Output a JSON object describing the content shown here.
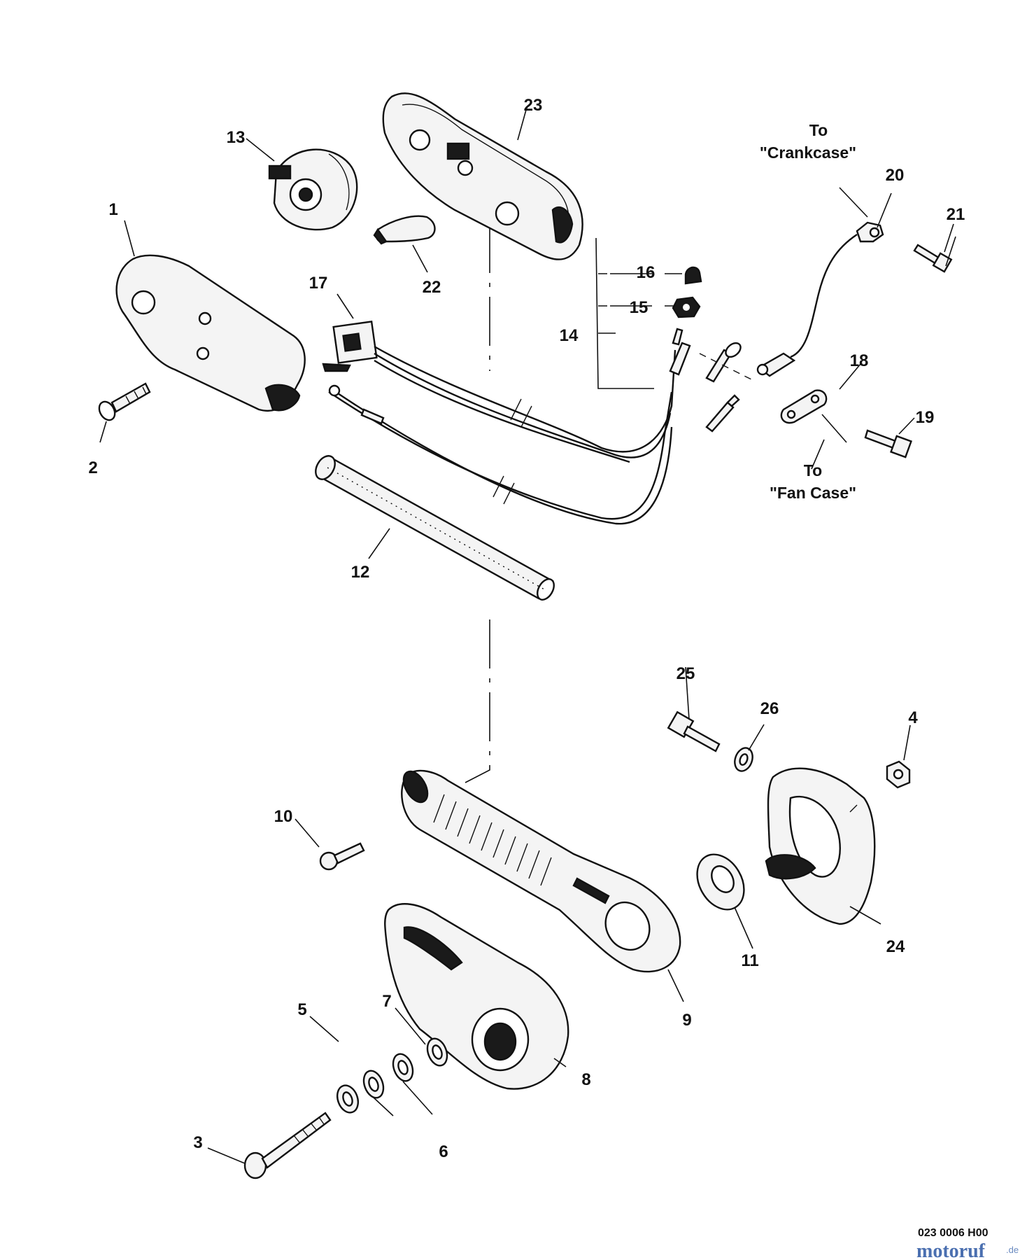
{
  "callouts": [
    "1",
    "2",
    "3",
    "4",
    "5",
    "6",
    "7",
    "8",
    "9",
    "10",
    "11",
    "12",
    "13",
    "14",
    "15",
    "16",
    "17",
    "18",
    "19",
    "20",
    "21",
    "22",
    "23",
    "24",
    "25",
    "26"
  ],
  "notes": {
    "crankcase_line1": "To",
    "crankcase_line2": "\"Crankcase\"",
    "fancase_line1": "To",
    "fancase_line2": "\"Fan Case\""
  },
  "drawing_code": "023 0006 H00",
  "watermark": {
    "brand": "motoruf",
    "tld": ".de"
  },
  "colors": {
    "ink": "#111111",
    "body_fill": "#f4f4f4",
    "shade_fill": "#1a1a1a",
    "watermark": "#4a6fb0"
  }
}
